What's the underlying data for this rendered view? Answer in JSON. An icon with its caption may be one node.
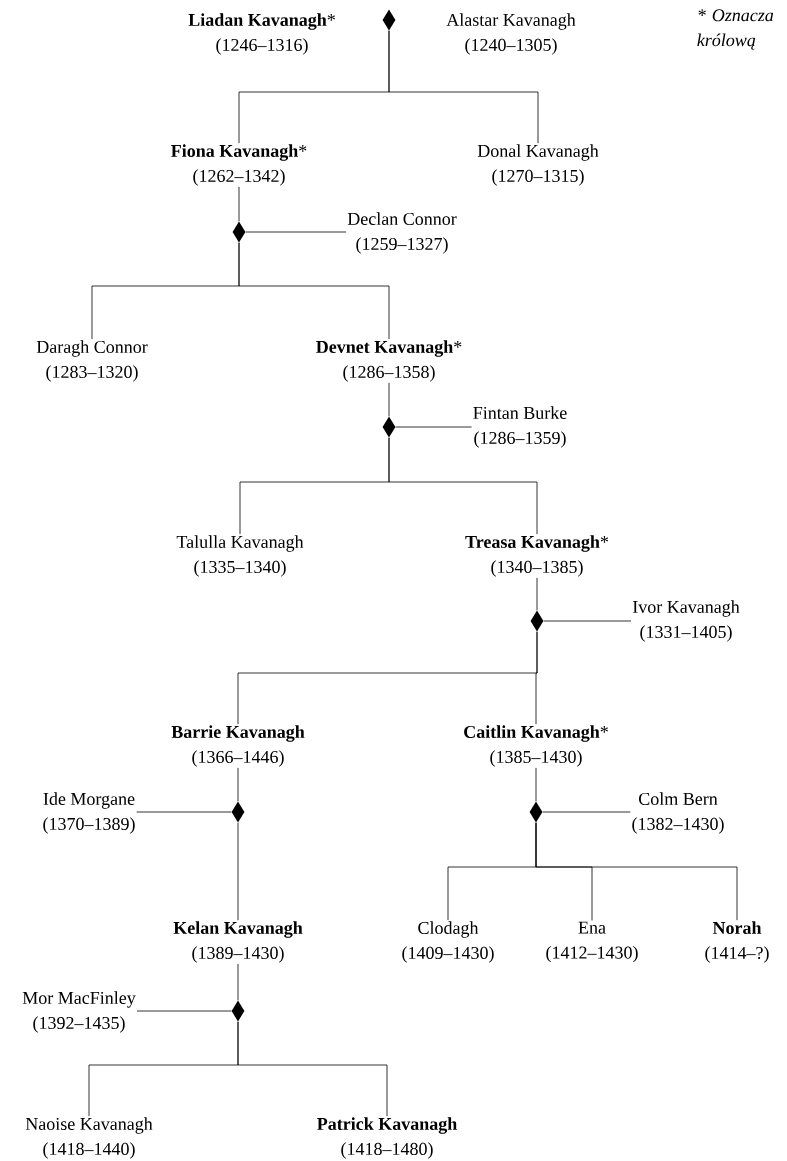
{
  "diagram": {
    "nodes": [
      {
        "text": [
          "**Liadan Kavanagh***",
          "(1246–1316)"
        ]
      },
      {
        "text": [],
        "shape": "diamond"
      },
      {
        "text": [
          "Alastar Kavanagh",
          "(1240–1305)"
        ]
      },
      {
        "text": [
          "**Fiona Kavanagh***",
          "(1262–1342)"
        ]
      },
      {
        "text": [
          "Donal Kavanagh",
          "(1270–1315)"
        ]
      },
      {
        "text": [],
        "shape": "diamond"
      },
      {
        "text": [
          "Declan Connor",
          "(1259–1327)"
        ]
      },
      {
        "text": [
          "Daragh Connor",
          "(1283–1320)"
        ]
      },
      {
        "text": [
          "**Devnet Kavanagh***",
          "(1286–1358)"
        ]
      },
      {
        "text": [],
        "shape": "diamond"
      },
      {
        "text": [
          "Fintan Burke",
          "(1286–1359)"
        ]
      },
      {
        "text": [
          "Talulla Kavanagh",
          "(1335–1340)"
        ]
      },
      {
        "text": [
          "**Treasa Kavanagh***",
          "(1340–1385)"
        ]
      },
      {
        "text": [],
        "shape": "diamond"
      },
      {
        "text": [
          "Ivor Kavanagh",
          "(1331–1405)"
        ]
      },
      {
        "text": [
          "**Barrie Kavanagh**",
          "(1366–1446)"
        ]
      },
      {
        "text": [
          "**Caitlin Kavanagh***",
          "(1385–1430)"
        ]
      },
      {
        "text": [
          "Ide Morgane",
          "(1370–1389)"
        ]
      },
      {
        "text": [],
        "shape": "diamond"
      },
      {
        "text": [],
        "shape": "diamond"
      },
      {
        "text": [
          "Colm Bern",
          "(1382–1430)"
        ]
      },
      {
        "text": [
          "**Kelan Kavanagh**",
          "(1389–1430)"
        ]
      },
      {
        "text": [
          "Clodagh",
          "(1409–1430)"
        ]
      },
      {
        "text": [
          "Ena",
          "(1412–1430)"
        ]
      },
      {
        "text": [
          "**Norah**",
          "(1414–?)"
        ]
      },
      {
        "text": [
          "Mor MacFinley",
          "(1392–1435)"
        ]
      },
      {
        "text": [],
        "shape": "diamond"
      },
      {
        "text": [
          "Naoise Kavanagh",
          "(1418–1440)"
        ]
      },
      {
        "text": [
          "**Patrick Kavanagh**",
          "(1418–1480)"
        ]
      }
    ],
    "edges": [
      {
        "from": 1,
        "to": 3,
        "arrow": "none"
      },
      {
        "from": 1,
        "to": 4,
        "arrow": "none"
      },
      {
        "from": 3,
        "to": 5,
        "arrow": "none"
      },
      {
        "from": 6,
        "to": 5,
        "arrow": "none"
      },
      {
        "from": 5,
        "to": 7,
        "arrow": "none"
      },
      {
        "from": 5,
        "to": 8,
        "arrow": "none"
      },
      {
        "from": 8,
        "to": 9,
        "arrow": "none"
      },
      {
        "from": 10,
        "to": 9,
        "arrow": "none"
      },
      {
        "from": 9,
        "to": 11,
        "arrow": "none"
      },
      {
        "from": 9,
        "to": 12,
        "arrow": "none"
      },
      {
        "from": 12,
        "to": 13,
        "arrow": "none"
      },
      {
        "from": 14,
        "to": 13,
        "arrow": "none"
      },
      {
        "from": 13,
        "to": 15,
        "arrow": "none"
      },
      {
        "from": 13,
        "to": 16,
        "arrow": "none"
      },
      {
        "from": 15,
        "to": 18,
        "arrow": "none"
      },
      {
        "from": 17,
        "to": 18,
        "arrow": "none"
      },
      {
        "from": 18,
        "to": 21,
        "arrow": "none"
      },
      {
        "from": 16,
        "to": 19,
        "arrow": "none"
      },
      {
        "from": 20,
        "to": 19,
        "arrow": "none"
      },
      {
        "from": 19,
        "to": 22,
        "arrow": "none"
      },
      {
        "from": 19,
        "to": 23,
        "arrow": "none"
      },
      {
        "from": 19,
        "to": 24,
        "arrow": "none"
      },
      {
        "from": 21,
        "to": 26,
        "arrow": "none"
      },
      {
        "from": 25,
        "to": 26,
        "arrow": "none"
      },
      {
        "from": 26,
        "to": 27,
        "arrow": "none"
      },
      {
        "from": 26,
        "to": 28,
        "arrow": "none"
      }
    ],
    "labels": [
      "* Oznacza królową"
    ]
  }
}
